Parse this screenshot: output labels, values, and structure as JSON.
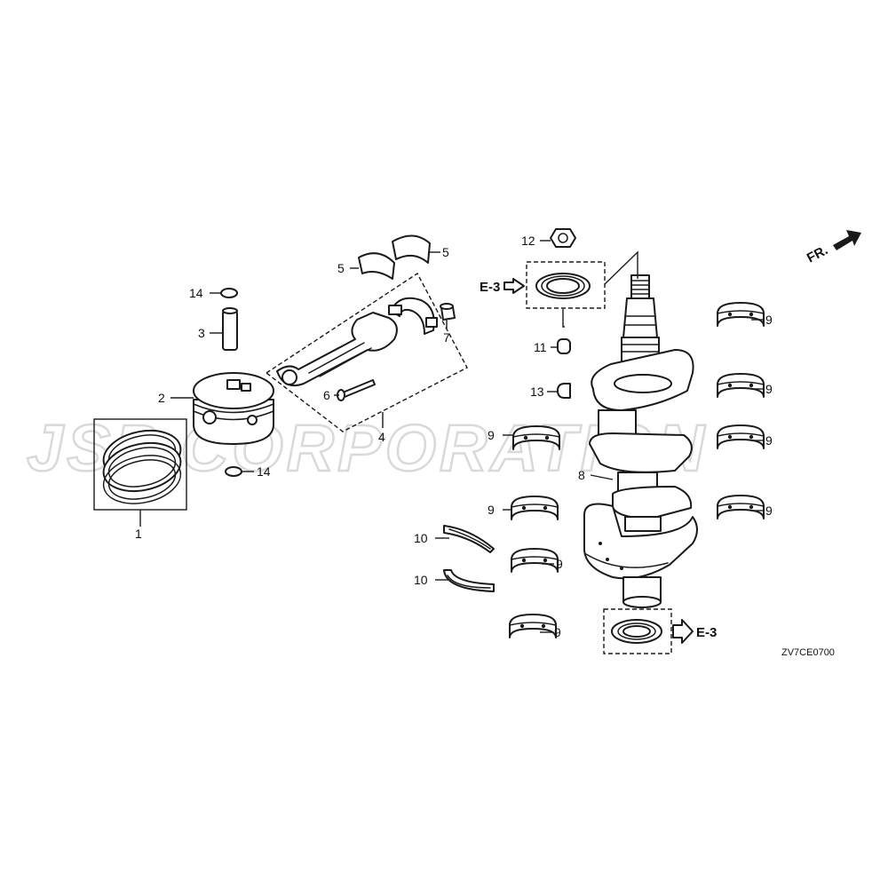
{
  "watermark": "JSP CORPORATION",
  "diagram_code": "ZV7CE0700",
  "direction_label": "FR.",
  "reference_label": "E-3",
  "callouts": [
    {
      "id": "c1",
      "text": "1"
    },
    {
      "id": "c2",
      "text": "2"
    },
    {
      "id": "c3",
      "text": "3"
    },
    {
      "id": "c4",
      "text": "4"
    },
    {
      "id": "c5a",
      "text": "5"
    },
    {
      "id": "c5b",
      "text": "5"
    },
    {
      "id": "c6",
      "text": "6"
    },
    {
      "id": "c7",
      "text": "7"
    },
    {
      "id": "c8",
      "text": "8"
    },
    {
      "id": "c9a",
      "text": "9"
    },
    {
      "id": "c9b",
      "text": "9"
    },
    {
      "id": "c9c",
      "text": "9"
    },
    {
      "id": "c9d",
      "text": "9"
    },
    {
      "id": "c9e",
      "text": "9"
    },
    {
      "id": "c9f",
      "text": "9"
    },
    {
      "id": "c9g",
      "text": "9"
    },
    {
      "id": "c9h",
      "text": "9"
    },
    {
      "id": "c10a",
      "text": "10"
    },
    {
      "id": "c10b",
      "text": "10"
    },
    {
      "id": "c11",
      "text": "11"
    },
    {
      "id": "c12",
      "text": "12"
    },
    {
      "id": "c13",
      "text": "13"
    },
    {
      "id": "c14a",
      "text": "14"
    },
    {
      "id": "c14b",
      "text": "14"
    }
  ],
  "callout_text": {
    "c1": "1",
    "c2": "2",
    "c3": "3",
    "c4": "4",
    "c5a": "5",
    "c5b": "5",
    "c6": "6",
    "c7": "7",
    "c8": "8",
    "c9a": "9",
    "c9b": "9",
    "c9c": "9",
    "c9d": "9",
    "c9e": "9",
    "c9f": "9",
    "c9g": "9",
    "c9h": "9",
    "c10a": "10",
    "c10b": "10",
    "c11": "11",
    "c12": "12",
    "c13": "13",
    "c14a": "14",
    "c14b": "14"
  }
}
